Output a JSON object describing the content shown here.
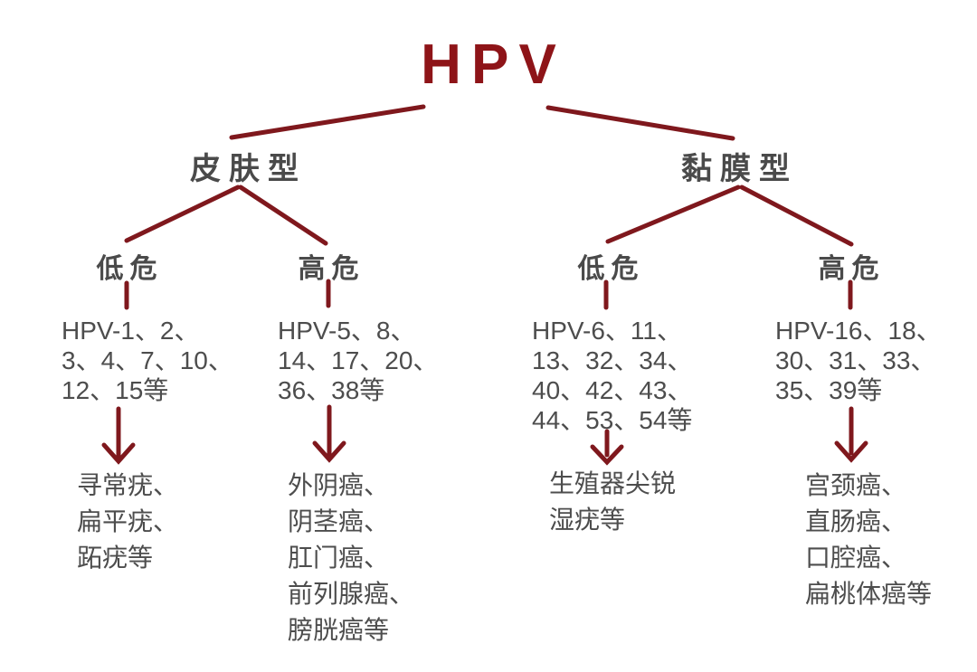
{
  "title": "HPV",
  "colors": {
    "accent_red": "#8e1418",
    "line_red": "#7f181d",
    "text_gray": "#4d4d4d",
    "background": "#ffffff"
  },
  "branches": {
    "skin": {
      "label": "皮肤型",
      "low": {
        "risk_label": "低危",
        "type_lines": [
          "HPV-1、2、",
          "3、4、7、10、",
          "12、15等"
        ],
        "disease_lines": [
          "寻常疣、",
          "扁平疣、",
          "跖疣等"
        ]
      },
      "high": {
        "risk_label": "高危",
        "type_lines": [
          "HPV-5、8、",
          "14、17、20、",
          "36、38等"
        ],
        "disease_lines": [
          "外阴癌、",
          "阴茎癌、",
          "肛门癌、",
          "前列腺癌、",
          "膀胱癌等"
        ]
      }
    },
    "mucosal": {
      "label": "黏膜型",
      "low": {
        "risk_label": "低危",
        "type_lines": [
          "HPV-6、11、",
          "13、32、34、",
          "40、42、43、",
          "44、53、54等"
        ],
        "disease_lines": [
          "生殖器尖锐",
          "湿疣等"
        ]
      },
      "high": {
        "risk_label": "高危",
        "type_lines": [
          "HPV-16、18、",
          "30、31、33、",
          "35、39等"
        ],
        "disease_lines": [
          "宫颈癌、",
          "直肠癌、",
          "口腔癌、",
          "扁桃体癌等"
        ]
      }
    }
  }
}
